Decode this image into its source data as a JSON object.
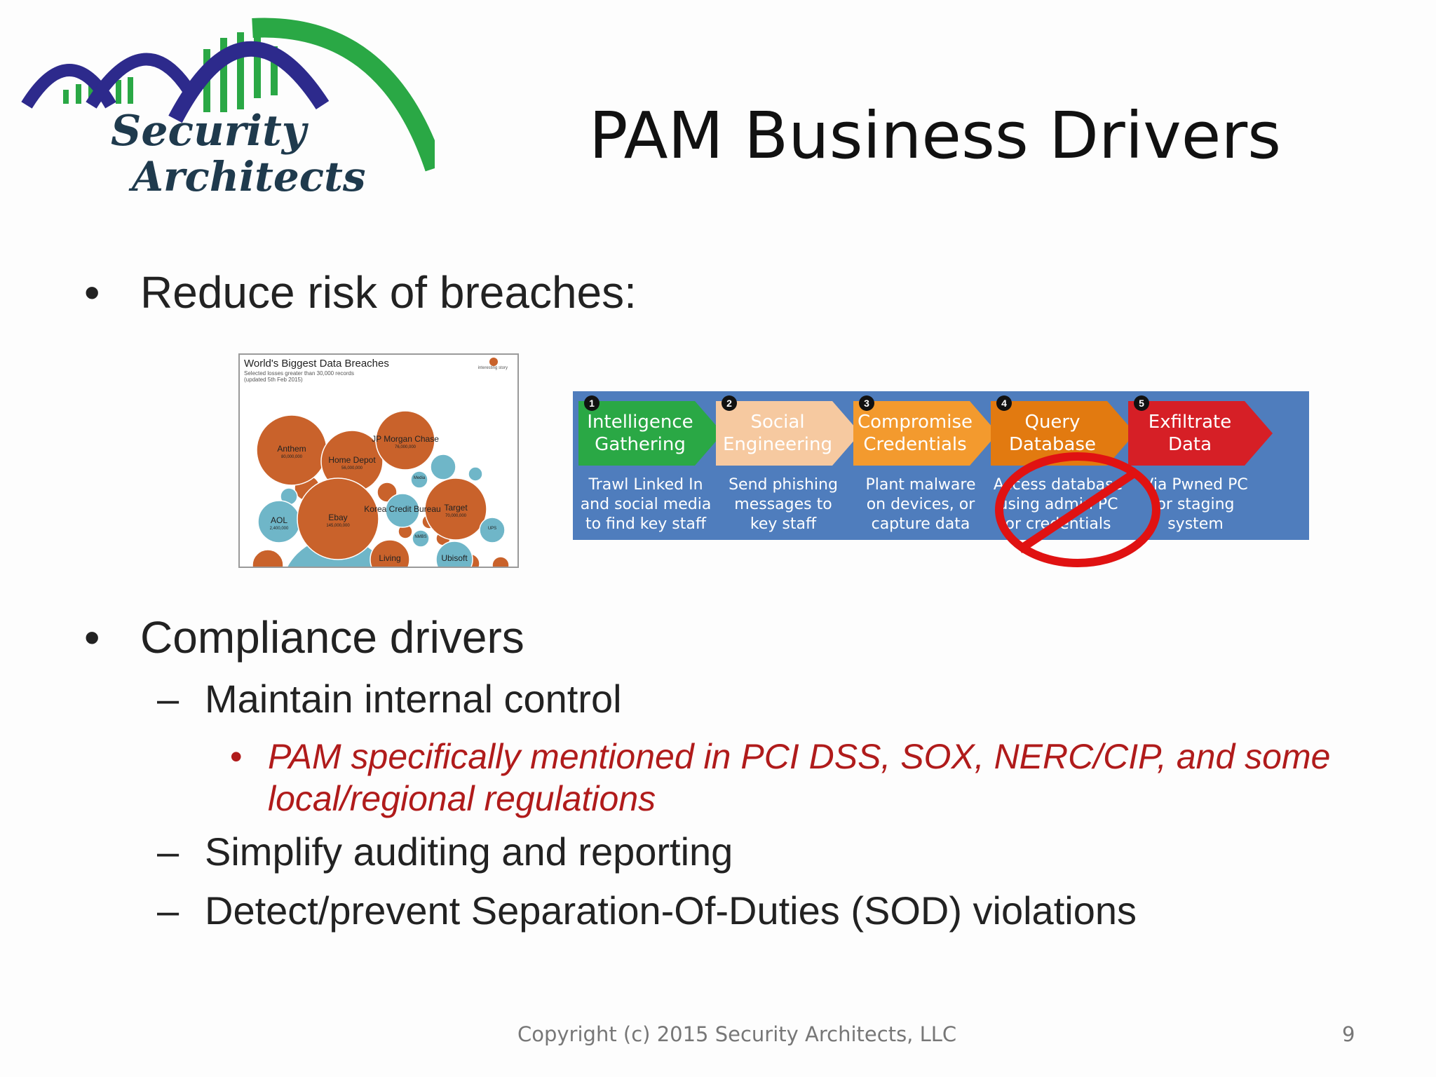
{
  "logo": {
    "line1": "Security",
    "line2": "Architects"
  },
  "title": "PAM Business Drivers",
  "bullets": {
    "b1": "Reduce risk of breaches:",
    "b2": "Compliance drivers",
    "b2_sub1": "Maintain internal control",
    "b2_sub1_note_line1": "PAM specifically mentioned in PCI DSS, SOX, NERC/CIP, and some",
    "b2_sub1_note_line2": "local/regional regulations",
    "b2_sub2": "Simplify auditing and reporting",
    "b2_sub3": "Detect/prevent Separation-Of-Duties (SOD) violations",
    "marker": "•",
    "dash": "–"
  },
  "breach_chart": {
    "title": "World's Biggest Data Breaches",
    "subtitle": "Selected losses greater than 30,000 records",
    "updated": "(updated 5th Feb 2015)",
    "story": "interesting story",
    "bubbles": [
      {
        "name": "Anthem",
        "value": "80,000,000"
      },
      {
        "name": "Home Depot",
        "value": "56,000,000"
      },
      {
        "name": "JP Morgan Chase",
        "value": "76,000,000"
      },
      {
        "name": "Target",
        "value": "70,000,000"
      },
      {
        "name": "AOL",
        "value": "2,400,000"
      },
      {
        "name": "Ebay",
        "value": "145,000,000"
      },
      {
        "name": "UPS",
        "value": ""
      },
      {
        "name": "Living",
        "value": ""
      },
      {
        "name": "Ubisoft",
        "value": ""
      },
      {
        "name": "Korea Credit Bureau",
        "value": ""
      },
      {
        "name": "Media",
        "value": ""
      },
      {
        "name": "NMBS",
        "value": ""
      }
    ],
    "colors": {
      "orange": "#c9622b",
      "teal": "#6fb6c8"
    }
  },
  "kill_chain": {
    "steps": [
      {
        "num": "1",
        "name_line1": "Intelligence",
        "name_line2": "Gathering",
        "desc": [
          "Trawl Linked In",
          "and social media",
          "to find key staff"
        ],
        "color": "#2aa845"
      },
      {
        "num": "2",
        "name_line1": "Social",
        "name_line2": "Engineering",
        "desc": [
          "Send phishing",
          "messages to",
          "key staff"
        ],
        "color": "#f6c9a0"
      },
      {
        "num": "3",
        "name_line1": "Compromise",
        "name_line2": "Credentials",
        "desc": [
          "Plant malware",
          "on devices, or",
          "capture data"
        ],
        "color": "#f39a2e"
      },
      {
        "num": "4",
        "name_line1": "Query",
        "name_line2": "Database",
        "desc": [
          "Access database",
          "using admin PC",
          "or credentials"
        ],
        "color": "#e27a10"
      },
      {
        "num": "5",
        "name_line1": "Exfiltrate",
        "name_line2": "Data",
        "desc": [
          "Via Pwned PC",
          "or staging",
          "system"
        ],
        "color": "#d61f26"
      }
    ],
    "background": "#4f7dbd",
    "blocked_step": "4"
  },
  "footer": {
    "copyright": "Copyright (c) 2015 Security Architects, LLC",
    "page": "9"
  }
}
